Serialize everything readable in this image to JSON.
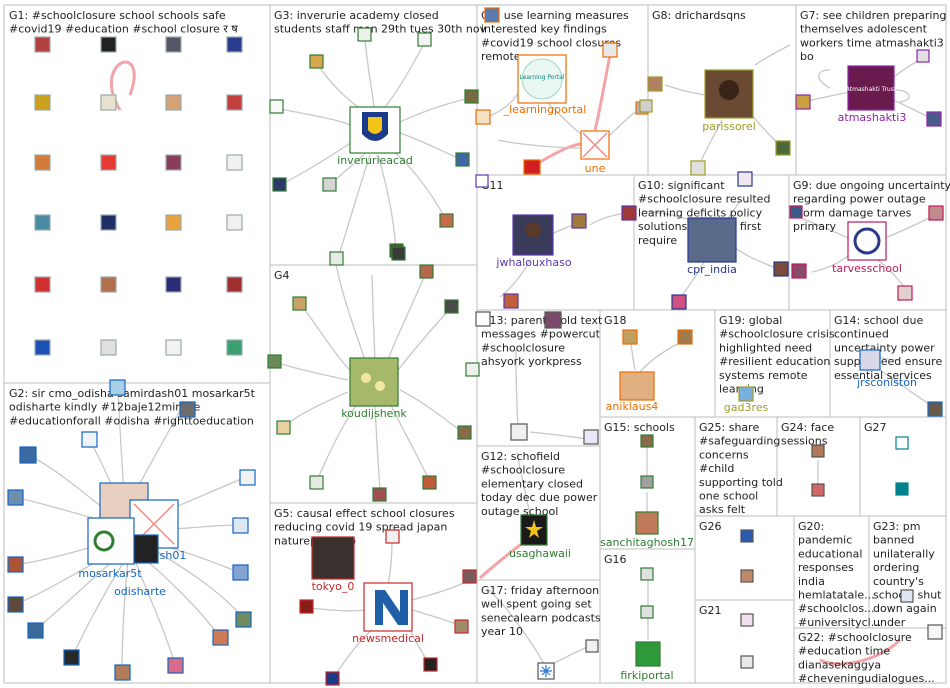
{
  "title": "",
  "groups": [
    {
      "id": "G1",
      "lines": [
        "G1: #schoolclosure school schools safe",
        "#covid19 #education #school closure र ष"
      ]
    },
    {
      "id": "G2",
      "lines": [
        "G2: sir cmo_odisha samirdash01 mosarkar5t",
        "odisharte kindly #12baje12minute",
        "#educationforall #odisha #righttoeducation"
      ]
    },
    {
      "id": "G3",
      "lines": [
        "G3: inverurie academy closed",
        "students staff mon 29th tues 30th nov"
      ]
    },
    {
      "id": "G4",
      "lines": [
        "G4"
      ]
    },
    {
      "id": "G5",
      "lines": [
        "G5: causal effect school closures",
        "reducing covid 19 spread japan",
        "natureportfolio"
      ]
    },
    {
      "id": "G6",
      "lines": [
        "G6: use learning measures",
        "interested key findings",
        "#covid19 school closures",
        "remote"
      ]
    },
    {
      "id": "G7",
      "lines": [
        "G7: see children preparing",
        "themselves adolescent",
        "workers time atmashakti3",
        "bo"
      ]
    },
    {
      "id": "G8",
      "lines": [
        "G8: drichardsqns"
      ]
    },
    {
      "id": "G9",
      "lines": [
        "G9: due ongoing uncertainty",
        "regarding power outage",
        "storm damage tarves",
        "primary"
      ]
    },
    {
      "id": "G10",
      "lines": [
        "G10: significant",
        "#schoolclosure resulted",
        "learning deficits policy",
        "solutions bridging first",
        "require"
      ]
    },
    {
      "id": "G11",
      "lines": [
        "G11"
      ]
    },
    {
      "id": "G12",
      "lines": [
        "G12: schofield",
        "#schoolclosure",
        "elementary closed",
        "today dec due power",
        "outage school"
      ]
    },
    {
      "id": "G13",
      "lines": [
        "G13: parents told text",
        "messages #powercut",
        "#schoolclosure",
        "ahsyork yorkpress"
      ]
    },
    {
      "id": "G14",
      "lines": [
        "G14: school due",
        "continued",
        "uncertainty power",
        "supply need ensure",
        "essential services"
      ]
    },
    {
      "id": "G15",
      "lines": [
        "G15: schools"
      ]
    },
    {
      "id": "G16",
      "lines": [
        "G16"
      ]
    },
    {
      "id": "G17",
      "lines": [
        "G17: friday afternoon",
        "well spent going set",
        "senecalearn podcasts",
        "year 10"
      ]
    },
    {
      "id": "G18",
      "lines": [
        "G18"
      ]
    },
    {
      "id": "G19",
      "lines": [
        "G19: global",
        "#schoolclosure crisis",
        "highlighted need",
        "#resilient education",
        "systems remote",
        "learning"
      ]
    },
    {
      "id": "G20",
      "lines": [
        "G20:",
        "pandemic",
        "educational",
        "responses",
        "india",
        "hemlatatale...",
        "#schoolclos...",
        "#universitycl..."
      ]
    },
    {
      "id": "G21",
      "lines": [
        "G21"
      ]
    },
    {
      "id": "G22",
      "lines": [
        "G22: #schoolclosure",
        "#education time",
        "dianasekaggya",
        "#cheveningudialogues..."
      ]
    },
    {
      "id": "G23",
      "lines": [
        "G23: pm",
        "banned",
        "unilaterally",
        "ordering",
        "country's",
        "schools shut",
        "down again",
        "under"
      ]
    },
    {
      "id": "G24",
      "lines": [
        "G24: face",
        "sessions"
      ]
    },
    {
      "id": "G25",
      "lines": [
        "G25: share",
        "#safeguarding",
        "concerns",
        "#child",
        "supporting told",
        "one school",
        "asks felt"
      ]
    },
    {
      "id": "G26",
      "lines": [
        "G26"
      ]
    },
    {
      "id": "G27",
      "lines": [
        "G27"
      ]
    }
  ],
  "vertex_labels": [
    {
      "id": "inverurieacad",
      "text": "inverurieacad",
      "color": "#2e7d32"
    },
    {
      "id": "koudijshenk",
      "text": "koudijshenk",
      "color": "#2e7d32"
    },
    {
      "id": "mosarkar5t",
      "text": "mosarkar5t",
      "color": "#1565c0"
    },
    {
      "id": "odisharte",
      "text": "odisharte",
      "color": "#1565c0"
    },
    {
      "id": "sh01",
      "text": "sh01",
      "color": "#1565c0"
    },
    {
      "id": "learningportal",
      "text": "_learningportal",
      "color": "#ef6c00"
    },
    {
      "id": "une",
      "text": "une",
      "color": "#ef6c00"
    },
    {
      "id": "parissorel",
      "text": "parissorel",
      "color": "#9e9d24"
    },
    {
      "id": "atmashakti3",
      "text": "atmashakti3",
      "color": "#8e24aa"
    },
    {
      "id": "jwhalouxhaso",
      "text": "jwhalouxhaso",
      "color": "#5e35b1"
    },
    {
      "id": "cpr_india",
      "text": "cpr_india",
      "color": "#283593"
    },
    {
      "id": "tarvesschool",
      "text": "tarvesschool",
      "color": "#c2185b"
    },
    {
      "id": "tokyo_0",
      "text": "tokyo_0",
      "color": "#c62828"
    },
    {
      "id": "newsmedical",
      "text": "newsmedical",
      "color": "#c62828"
    },
    {
      "id": "usaghawaii",
      "text": "usaghawaii",
      "color": "#2e7d32"
    },
    {
      "id": "aniklaus4",
      "text": "aniklaus4",
      "color": "#ef6c00"
    },
    {
      "id": "gad3res",
      "text": "gad3res",
      "color": "#9e9d24"
    },
    {
      "id": "jrsconiston",
      "text": "jrsconiston",
      "color": "#1565c0"
    },
    {
      "id": "sanchitaghosh17",
      "text": "sanchitaghosh17",
      "color": "#2e7d32"
    },
    {
      "id": "firkiportal",
      "text": "firkiportal",
      "color": "#2e7d32"
    },
    {
      "id": "learningportal_logo",
      "text": "Learning Portal",
      "color": "#00897b"
    },
    {
      "id": "atmashakti_logo",
      "text": "Atmashakti Trust",
      "color": "#ffffff"
    }
  ]
}
